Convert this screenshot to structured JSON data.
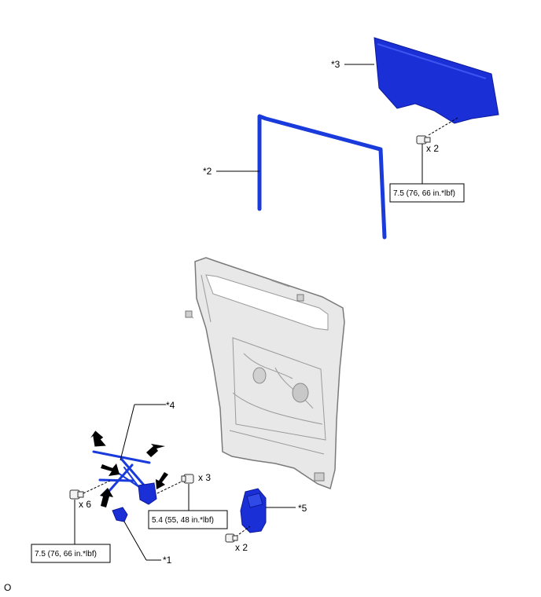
{
  "callouts": {
    "c1": "*1",
    "c2": "*2",
    "c3": "*3",
    "c4": "*4",
    "c5": "*5"
  },
  "quantities": {
    "q_glass_bolt": "x 2",
    "q_regulator_bolt": "x 3",
    "q_motor_bolt": "x 6",
    "q_bracket_bolt": "x 2"
  },
  "torques": {
    "t_glass": "7.5 (76, 66 in.*lbf)",
    "t_regulator": "5.4 (55, 48 in.*lbf)",
    "t_motor": "7.5 (76, 66 in.*lbf)"
  },
  "footer": {
    "corner_mark": "O"
  },
  "colors": {
    "part_highlight": "#1a2fd6",
    "door_panel": "#e8e8e8"
  }
}
